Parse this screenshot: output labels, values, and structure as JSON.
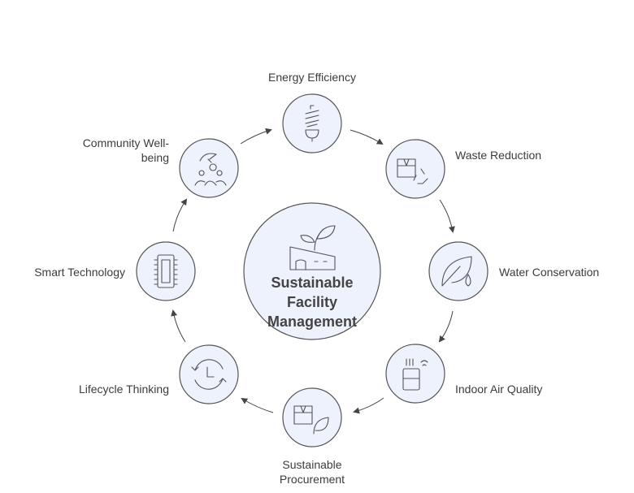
{
  "center": {
    "title_lines": [
      "Sustainable",
      "Facility",
      "Management"
    ],
    "icon": "factory-sprout-icon"
  },
  "nodes": [
    {
      "label": "Energy Efficiency",
      "icon": "cfl-bulb-icon"
    },
    {
      "label": "Waste Reduction",
      "icon": "box-recycle-icon"
    },
    {
      "label": "Water Conservation",
      "icon": "leaf-drop-icon"
    },
    {
      "label": "Indoor Air Quality",
      "icon": "air-purifier-icon"
    },
    {
      "label_lines": [
        "Sustainable",
        "Procurement"
      ],
      "icon": "box-leaf-icon"
    },
    {
      "label": "Lifecycle Thinking",
      "icon": "cycle-clock-icon"
    },
    {
      "label": "Smart Technology",
      "icon": "chip-icon"
    },
    {
      "label_lines": [
        "Community Well-",
        "being"
      ],
      "icon": "community-hand-icon"
    }
  ],
  "colors": {
    "node_fill": "#eef2fd",
    "stroke": "#555555",
    "text": "#3c3c3c"
  }
}
